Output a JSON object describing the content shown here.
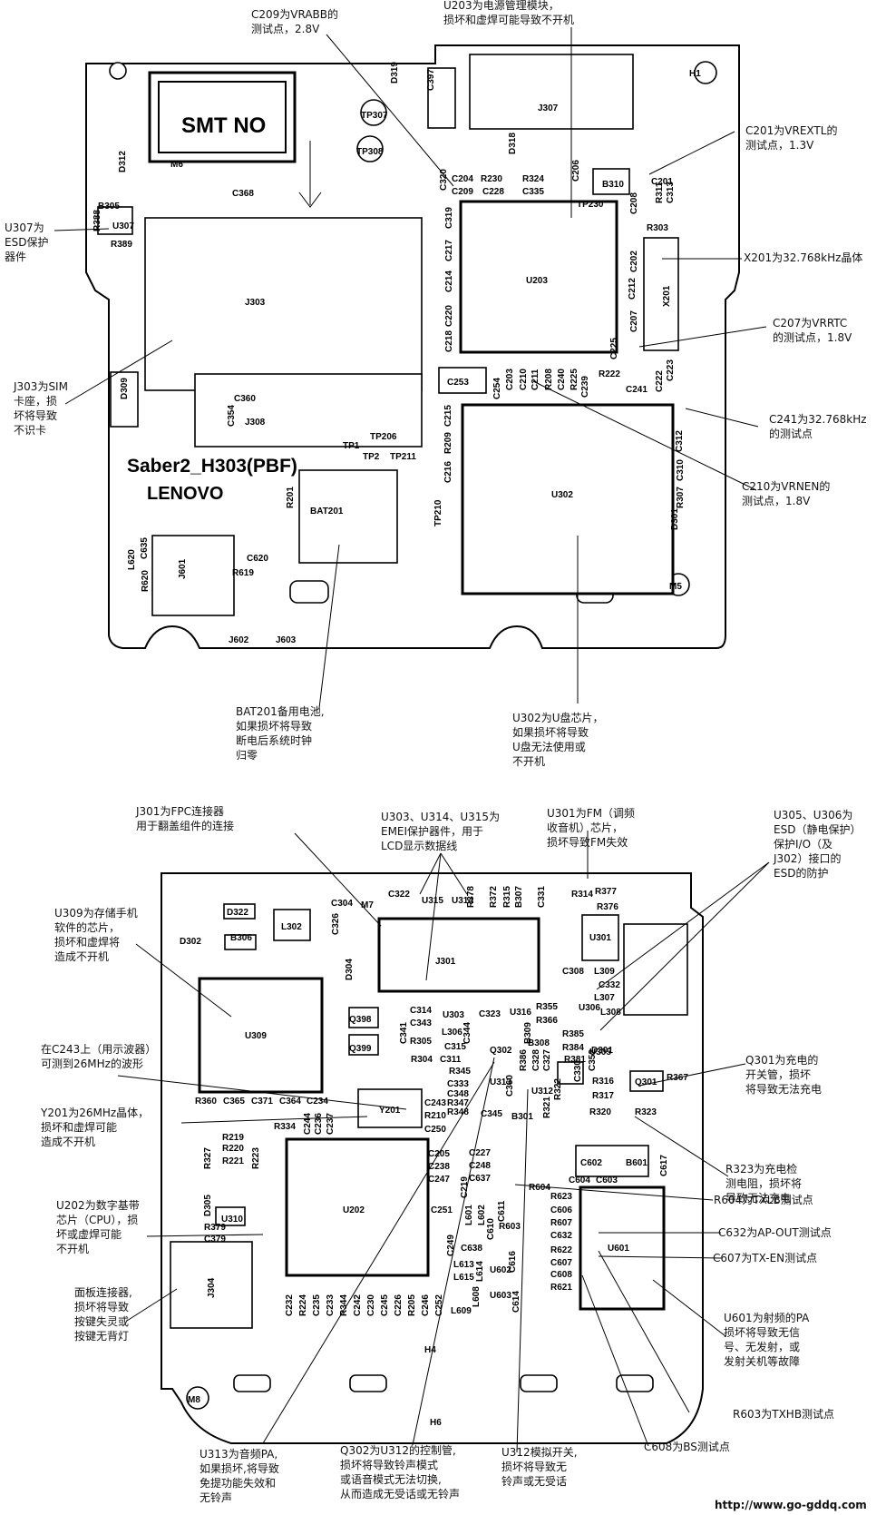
{
  "top_board": {
    "silkscreen": {
      "smt_no": "SMT NO",
      "model": "Saber2_H303(PBF)",
      "brand": "LENOVO"
    },
    "labels": [
      {
        "id": "M6",
        "t": "M6"
      },
      {
        "id": "H1",
        "t": "H1"
      },
      {
        "id": "M5",
        "t": "M5"
      },
      {
        "id": "J307",
        "t": "J307"
      },
      {
        "id": "C397",
        "t": "C397"
      },
      {
        "id": "D319",
        "t": "D319"
      },
      {
        "id": "TP307",
        "t": "TP307"
      },
      {
        "id": "TP308",
        "t": "TP308"
      },
      {
        "id": "B305",
        "t": "B305"
      },
      {
        "id": "D312",
        "t": "D312"
      },
      {
        "id": "C368",
        "t": "C368"
      },
      {
        "id": "R388",
        "t": "R388"
      },
      {
        "id": "U307",
        "t": "U307"
      },
      {
        "id": "R389",
        "t": "R389"
      },
      {
        "id": "J303",
        "t": "J303"
      },
      {
        "id": "D309",
        "t": "D309"
      },
      {
        "id": "C360",
        "t": "C360"
      },
      {
        "id": "C354",
        "t": "C354"
      },
      {
        "id": "J308",
        "t": "J308"
      },
      {
        "id": "C320",
        "t": "C320"
      },
      {
        "id": "C204",
        "t": "C204"
      },
      {
        "id": "C209",
        "t": "C209"
      },
      {
        "id": "R230",
        "t": "R230"
      },
      {
        "id": "C228",
        "t": "C228"
      },
      {
        "id": "D318",
        "t": "D318"
      },
      {
        "id": "R324",
        "t": "R324"
      },
      {
        "id": "C335",
        "t": "C335"
      },
      {
        "id": "C206",
        "t": "C206"
      },
      {
        "id": "B310",
        "t": "B310"
      },
      {
        "id": "C201",
        "t": "C201"
      },
      {
        "id": "R311",
        "t": "R311"
      },
      {
        "id": "C313",
        "t": "C313"
      },
      {
        "id": "C319",
        "t": "C319"
      },
      {
        "id": "C208",
        "t": "C208"
      },
      {
        "id": "R303",
        "t": "R303"
      },
      {
        "id": "C217",
        "t": "C217"
      },
      {
        "id": "C202",
        "t": "C202"
      },
      {
        "id": "U203",
        "t": "U203"
      },
      {
        "id": "C214",
        "t": "C214"
      },
      {
        "id": "C212",
        "t": "C212"
      },
      {
        "id": "X201",
        "t": "X201"
      },
      {
        "id": "C220",
        "t": "C220"
      },
      {
        "id": "C207",
        "t": "C207"
      },
      {
        "id": "C218",
        "t": "C218"
      },
      {
        "id": "C225",
        "t": "C225"
      },
      {
        "id": "C253",
        "t": "C253"
      },
      {
        "id": "C254",
        "t": "C254"
      },
      {
        "id": "C203",
        "t": "C203"
      },
      {
        "id": "C210",
        "t": "C210"
      },
      {
        "id": "C211",
        "t": "C211"
      },
      {
        "id": "R208",
        "t": "R208"
      },
      {
        "id": "C240",
        "t": "C240"
      },
      {
        "id": "R225",
        "t": "R225"
      },
      {
        "id": "C239",
        "t": "C239"
      },
      {
        "id": "R222",
        "t": "R222"
      },
      {
        "id": "C241",
        "t": "C241"
      },
      {
        "id": "C222",
        "t": "C222"
      },
      {
        "id": "C223",
        "t": "C223"
      },
      {
        "id": "C215",
        "t": "C215"
      },
      {
        "id": "U302",
        "t": "U302"
      },
      {
        "id": "R209",
        "t": "R209"
      },
      {
        "id": "C312",
        "t": "C312"
      },
      {
        "id": "C216",
        "t": "C216"
      },
      {
        "id": "C310",
        "t": "C310"
      },
      {
        "id": "R307",
        "t": "R307"
      },
      {
        "id": "R201",
        "t": "R201"
      },
      {
        "id": "BAT201",
        "t": "BAT201"
      },
      {
        "id": "D301",
        "t": "D301"
      },
      {
        "id": "L620",
        "t": "L620"
      },
      {
        "id": "C635",
        "t": "C635"
      },
      {
        "id": "R620",
        "t": "R620"
      },
      {
        "id": "J601",
        "t": "J601"
      },
      {
        "id": "C620",
        "t": "C620"
      },
      {
        "id": "R619",
        "t": "R619"
      },
      {
        "id": "J602",
        "t": "J602"
      },
      {
        "id": "J603",
        "t": "J603"
      },
      {
        "id": "TP206",
        "t": "TP206"
      },
      {
        "id": "TP1",
        "t": "TP1"
      },
      {
        "id": "TP2",
        "t": "TP2"
      },
      {
        "id": "TP211",
        "t": "TP211"
      },
      {
        "id": "TP210",
        "t": "TP210"
      },
      {
        "id": "TP230",
        "t": "TP230"
      }
    ],
    "annotations": [
      {
        "id": "a1",
        "lines": [
          "C209为VRABB的",
          "测试点，2.8V"
        ]
      },
      {
        "id": "a2",
        "lines": [
          "U203为电源管理模块，",
          "损坏和虚焊可能导致不开机"
        ]
      },
      {
        "id": "a3",
        "lines": [
          "C201为VREXTL的",
          "测试点，1.3V"
        ]
      },
      {
        "id": "a4",
        "lines": [
          "U307为",
          "ESD保护",
          "器件"
        ]
      },
      {
        "id": "a5",
        "lines": [
          "X201为32.768kHz晶体"
        ]
      },
      {
        "id": "a6",
        "lines": [
          "C207为VRRTC",
          "的测试点，1.8V"
        ]
      },
      {
        "id": "a7",
        "lines": [
          "J303为SIM",
          "卡座，损",
          "坏将导致",
          "不识卡"
        ]
      },
      {
        "id": "a8",
        "lines": [
          "C241为32.768kHz",
          "的测试点"
        ]
      },
      {
        "id": "a9",
        "lines": [
          "C210为VRNEN的",
          "测试点，1.8V"
        ]
      },
      {
        "id": "a10",
        "lines": [
          "BAT201备用电池,",
          "如果损坏将导致",
          "断电后系统时钟",
          "归零"
        ]
      },
      {
        "id": "a11",
        "lines": [
          "U302为U盘芯片，",
          "如果损坏将导致",
          "U盘无法使用或",
          "不开机"
        ]
      }
    ]
  },
  "bottom_board": {
    "labels": [
      {
        "id": "D322",
        "t": "D322"
      },
      {
        "id": "L302",
        "t": "L302"
      },
      {
        "id": "C304",
        "t": "C304"
      },
      {
        "id": "M7",
        "t": "M7"
      },
      {
        "id": "C322",
        "t": "C322"
      },
      {
        "id": "U315",
        "t": "U315"
      },
      {
        "id": "U314",
        "t": "U314"
      },
      {
        "id": "C326",
        "t": "C326"
      },
      {
        "id": "R378",
        "t": "R378"
      },
      {
        "id": "R372",
        "t": "R372"
      },
      {
        "id": "R315",
        "t": "R315"
      },
      {
        "id": "B307",
        "t": "B307"
      },
      {
        "id": "C331",
        "t": "C331"
      },
      {
        "id": "R314",
        "t": "R314"
      },
      {
        "id": "R377",
        "t": "R377"
      },
      {
        "id": "R376",
        "t": "R376"
      },
      {
        "id": "D302",
        "t": "D302"
      },
      {
        "id": "B306",
        "t": "B306"
      },
      {
        "id": "J301",
        "t": "J301"
      },
      {
        "id": "U301",
        "t": "U301"
      },
      {
        "id": "D304",
        "t": "D304"
      },
      {
        "id": "C308",
        "t": "C308"
      },
      {
        "id": "L309",
        "t": "L309"
      },
      {
        "id": "C332",
        "t": "C332"
      },
      {
        "id": "L307",
        "t": "L307"
      },
      {
        "id": "L308",
        "t": "L308"
      },
      {
        "id": "U309",
        "t": "U309"
      },
      {
        "id": "C314",
        "t": "C314"
      },
      {
        "id": "C343",
        "t": "C343"
      },
      {
        "id": "U303",
        "t": "U303"
      },
      {
        "id": "C323",
        "t": "C323"
      },
      {
        "id": "U316",
        "t": "U316"
      },
      {
        "id": "R355",
        "t": "R355"
      },
      {
        "id": "R366",
        "t": "R366"
      },
      {
        "id": "U306",
        "t": "U306"
      },
      {
        "id": "R385",
        "t": "R385"
      },
      {
        "id": "R384",
        "t": "R384"
      },
      {
        "id": "U305",
        "t": "U305"
      },
      {
        "id": "Q398",
        "t": "Q398"
      },
      {
        "id": "Q399",
        "t": "Q399"
      },
      {
        "id": "C341",
        "t": "C341"
      },
      {
        "id": "R305",
        "t": "R305"
      },
      {
        "id": "L306",
        "t": "L306"
      },
      {
        "id": "C315",
        "t": "C315"
      },
      {
        "id": "C344",
        "t": "C344"
      },
      {
        "id": "Q302",
        "t": "Q302"
      },
      {
        "id": "B309",
        "t": "B309"
      },
      {
        "id": "B308",
        "t": "B308"
      },
      {
        "id": "R381",
        "t": "R381"
      },
      {
        "id": "D301b",
        "t": "D301"
      },
      {
        "id": "R304",
        "t": "R304"
      },
      {
        "id": "C311",
        "t": "C311"
      },
      {
        "id": "R345",
        "t": "R345"
      },
      {
        "id": "C333",
        "t": "C333"
      },
      {
        "id": "C348",
        "t": "C348"
      },
      {
        "id": "R347",
        "t": "R347"
      },
      {
        "id": "R348",
        "t": "R348"
      },
      {
        "id": "U313",
        "t": "U313"
      },
      {
        "id": "C345",
        "t": "C345"
      },
      {
        "id": "C360b",
        "t": "C360"
      },
      {
        "id": "R386",
        "t": "R386"
      },
      {
        "id": "C328",
        "t": "C328"
      },
      {
        "id": "C327",
        "t": "C327"
      },
      {
        "id": "U312",
        "t": "U312"
      },
      {
        "id": "B301",
        "t": "B301"
      },
      {
        "id": "R321",
        "t": "R321"
      },
      {
        "id": "R322",
        "t": "R322"
      },
      {
        "id": "R316",
        "t": "R316"
      },
      {
        "id": "R317",
        "t": "R317"
      },
      {
        "id": "C330",
        "t": "C330"
      },
      {
        "id": "C352",
        "t": "C352"
      },
      {
        "id": "Q301",
        "t": "Q301"
      },
      {
        "id": "R367",
        "t": "R367"
      },
      {
        "id": "R320",
        "t": "R320"
      },
      {
        "id": "R323",
        "t": "R323"
      },
      {
        "id": "R360",
        "t": "R360"
      },
      {
        "id": "C365",
        "t": "C365"
      },
      {
        "id": "C371",
        "t": "C371"
      },
      {
        "id": "C364",
        "t": "C364"
      },
      {
        "id": "C234",
        "t": "C234"
      },
      {
        "id": "R334",
        "t": "R334"
      },
      {
        "id": "C244",
        "t": "C244"
      },
      {
        "id": "C236",
        "t": "C236"
      },
      {
        "id": "C237",
        "t": "C237"
      },
      {
        "id": "Y201",
        "t": "Y201"
      },
      {
        "id": "C243",
        "t": "C243"
      },
      {
        "id": "R210",
        "t": "R210"
      },
      {
        "id": "C250",
        "t": "C250"
      },
      {
        "id": "R327",
        "t": "R327"
      },
      {
        "id": "R219",
        "t": "R219"
      },
      {
        "id": "R220",
        "t": "R220"
      },
      {
        "id": "R221",
        "t": "R221"
      },
      {
        "id": "R223",
        "t": "R223"
      },
      {
        "id": "U202",
        "t": "U202"
      },
      {
        "id": "C205",
        "t": "C205"
      },
      {
        "id": "C238",
        "t": "C238"
      },
      {
        "id": "C247",
        "t": "C247"
      },
      {
        "id": "C227",
        "t": "C227"
      },
      {
        "id": "C248",
        "t": "C248"
      },
      {
        "id": "C637",
        "t": "C637"
      },
      {
        "id": "C219",
        "t": "C219"
      },
      {
        "id": "C602",
        "t": "C602"
      },
      {
        "id": "B601",
        "t": "B601"
      },
      {
        "id": "C617",
        "t": "C617"
      },
      {
        "id": "C604",
        "t": "C604"
      },
      {
        "id": "C603",
        "t": "C603"
      },
      {
        "id": "R604",
        "t": "R604"
      },
      {
        "id": "R623",
        "t": "R623"
      },
      {
        "id": "C606",
        "t": "C606"
      },
      {
        "id": "R607",
        "t": "R607"
      },
      {
        "id": "C632",
        "t": "C632"
      },
      {
        "id": "R622",
        "t": "R622"
      },
      {
        "id": "C607",
        "t": "C607"
      },
      {
        "id": "C608",
        "t": "C608"
      },
      {
        "id": "R621",
        "t": "R621"
      },
      {
        "id": "U601",
        "t": "U601"
      },
      {
        "id": "D305",
        "t": "D305"
      },
      {
        "id": "R379",
        "t": "R379"
      },
      {
        "id": "C379",
        "t": "C379"
      },
      {
        "id": "U310",
        "t": "U310"
      },
      {
        "id": "C251",
        "t": "C251"
      },
      {
        "id": "C249",
        "t": "C249"
      },
      {
        "id": "L601",
        "t": "L601"
      },
      {
        "id": "L602",
        "t": "L602"
      },
      {
        "id": "C638",
        "t": "C638"
      },
      {
        "id": "C610",
        "t": "C610"
      },
      {
        "id": "C611",
        "t": "C611"
      },
      {
        "id": "R603",
        "t": "R603"
      },
      {
        "id": "L613",
        "t": "L613"
      },
      {
        "id": "L615",
        "t": "L615"
      },
      {
        "id": "L614",
        "t": "L614"
      },
      {
        "id": "U602",
        "t": "U602"
      },
      {
        "id": "C616",
        "t": "C616"
      },
      {
        "id": "L608",
        "t": "L608"
      },
      {
        "id": "L609",
        "t": "L609"
      },
      {
        "id": "U603",
        "t": "U603"
      },
      {
        "id": "C614",
        "t": "C614"
      },
      {
        "id": "J304",
        "t": "J304"
      },
      {
        "id": "C232",
        "t": "C232"
      },
      {
        "id": "R224",
        "t": "R224"
      },
      {
        "id": "C235",
        "t": "C235"
      },
      {
        "id": "C233",
        "t": "C233"
      },
      {
        "id": "R344",
        "t": "R344"
      },
      {
        "id": "C242",
        "t": "C242"
      },
      {
        "id": "C230",
        "t": "C230"
      },
      {
        "id": "C245",
        "t": "C245"
      },
      {
        "id": "C226",
        "t": "C226"
      },
      {
        "id": "R205",
        "t": "R205"
      },
      {
        "id": "C246",
        "t": "C246"
      },
      {
        "id": "C252",
        "t": "C252"
      },
      {
        "id": "M8",
        "t": "M8"
      },
      {
        "id": "H4",
        "t": "H4"
      },
      {
        "id": "H6",
        "t": "H6"
      }
    ],
    "annotations": [
      {
        "id": "b1",
        "lines": [
          "U303、U314、U315为",
          "EMEI保护器件，用于",
          "LCD显示数据线"
        ]
      },
      {
        "id": "b2",
        "lines": [
          "J301为FPC连接器",
          "用于翻盖组件的连接"
        ]
      },
      {
        "id": "b3",
        "lines": [
          "U301为FM（调频",
          "收音机）芯片，",
          "损坏导致FM失效"
        ]
      },
      {
        "id": "b4",
        "lines": [
          "U305、U306为",
          "ESD（静电保护）",
          "保护I/O（及",
          "J302）接口的",
          "ESD的防护"
        ]
      },
      {
        "id": "b5",
        "lines": [
          "U309为存储手机",
          "软件的芯片，",
          "损坏和虚焊将",
          "造成不开机"
        ]
      },
      {
        "id": "b6",
        "lines": [
          "在C243上（用示波器）",
          "可测到26MHz的波形"
        ]
      },
      {
        "id": "b7",
        "lines": [
          "Q301为充电的",
          "开关管，损坏",
          "将导致无法充电"
        ]
      },
      {
        "id": "b8",
        "lines": [
          "Y201为26MHz晶体，",
          "损坏和虚焊可能",
          "造成不开机"
        ]
      },
      {
        "id": "b9",
        "lines": [
          "R323为充电检",
          "测电阻，损坏将",
          "导致无法充电"
        ]
      },
      {
        "id": "b10",
        "lines": [
          "R604为TXLB测试点"
        ]
      },
      {
        "id": "b11",
        "lines": [
          "U202为数字基带",
          "芯片（CPU），损",
          "坏或虚焊可能",
          "不开机"
        ]
      },
      {
        "id": "b12",
        "lines": [
          "C632为AP-OUT测试点"
        ]
      },
      {
        "id": "b13",
        "lines": [
          "C607为TX-EN测试点"
        ]
      },
      {
        "id": "b14",
        "lines": [
          "面板连接器,",
          "损坏将导致",
          "按键失灵或",
          "按键无背灯"
        ]
      },
      {
        "id": "b15",
        "lines": [
          "U601为射频的PA",
          "损坏将导致无信",
          "号、无发射，或",
          "发射关机等故障"
        ]
      },
      {
        "id": "b16",
        "lines": [
          "R603为TXHB测试点"
        ]
      },
      {
        "id": "b17",
        "lines": [
          "C608为BS测试点"
        ]
      },
      {
        "id": "b18",
        "lines": [
          "U313为音频PA,",
          "如果损坏,将导致",
          "免提功能失效和",
          "无铃声"
        ]
      },
      {
        "id": "b19",
        "lines": [
          "Q302为U312的控制管,",
          "损坏将导致铃声模式",
          "或语音模式无法切换,",
          "从而造成无受话或无铃声"
        ]
      },
      {
        "id": "b20",
        "lines": [
          "U312模拟开关,",
          "损坏将导致无",
          "铃声或无受话"
        ]
      }
    ]
  },
  "footer": {
    "url": "http://www.go-gddq.com"
  }
}
